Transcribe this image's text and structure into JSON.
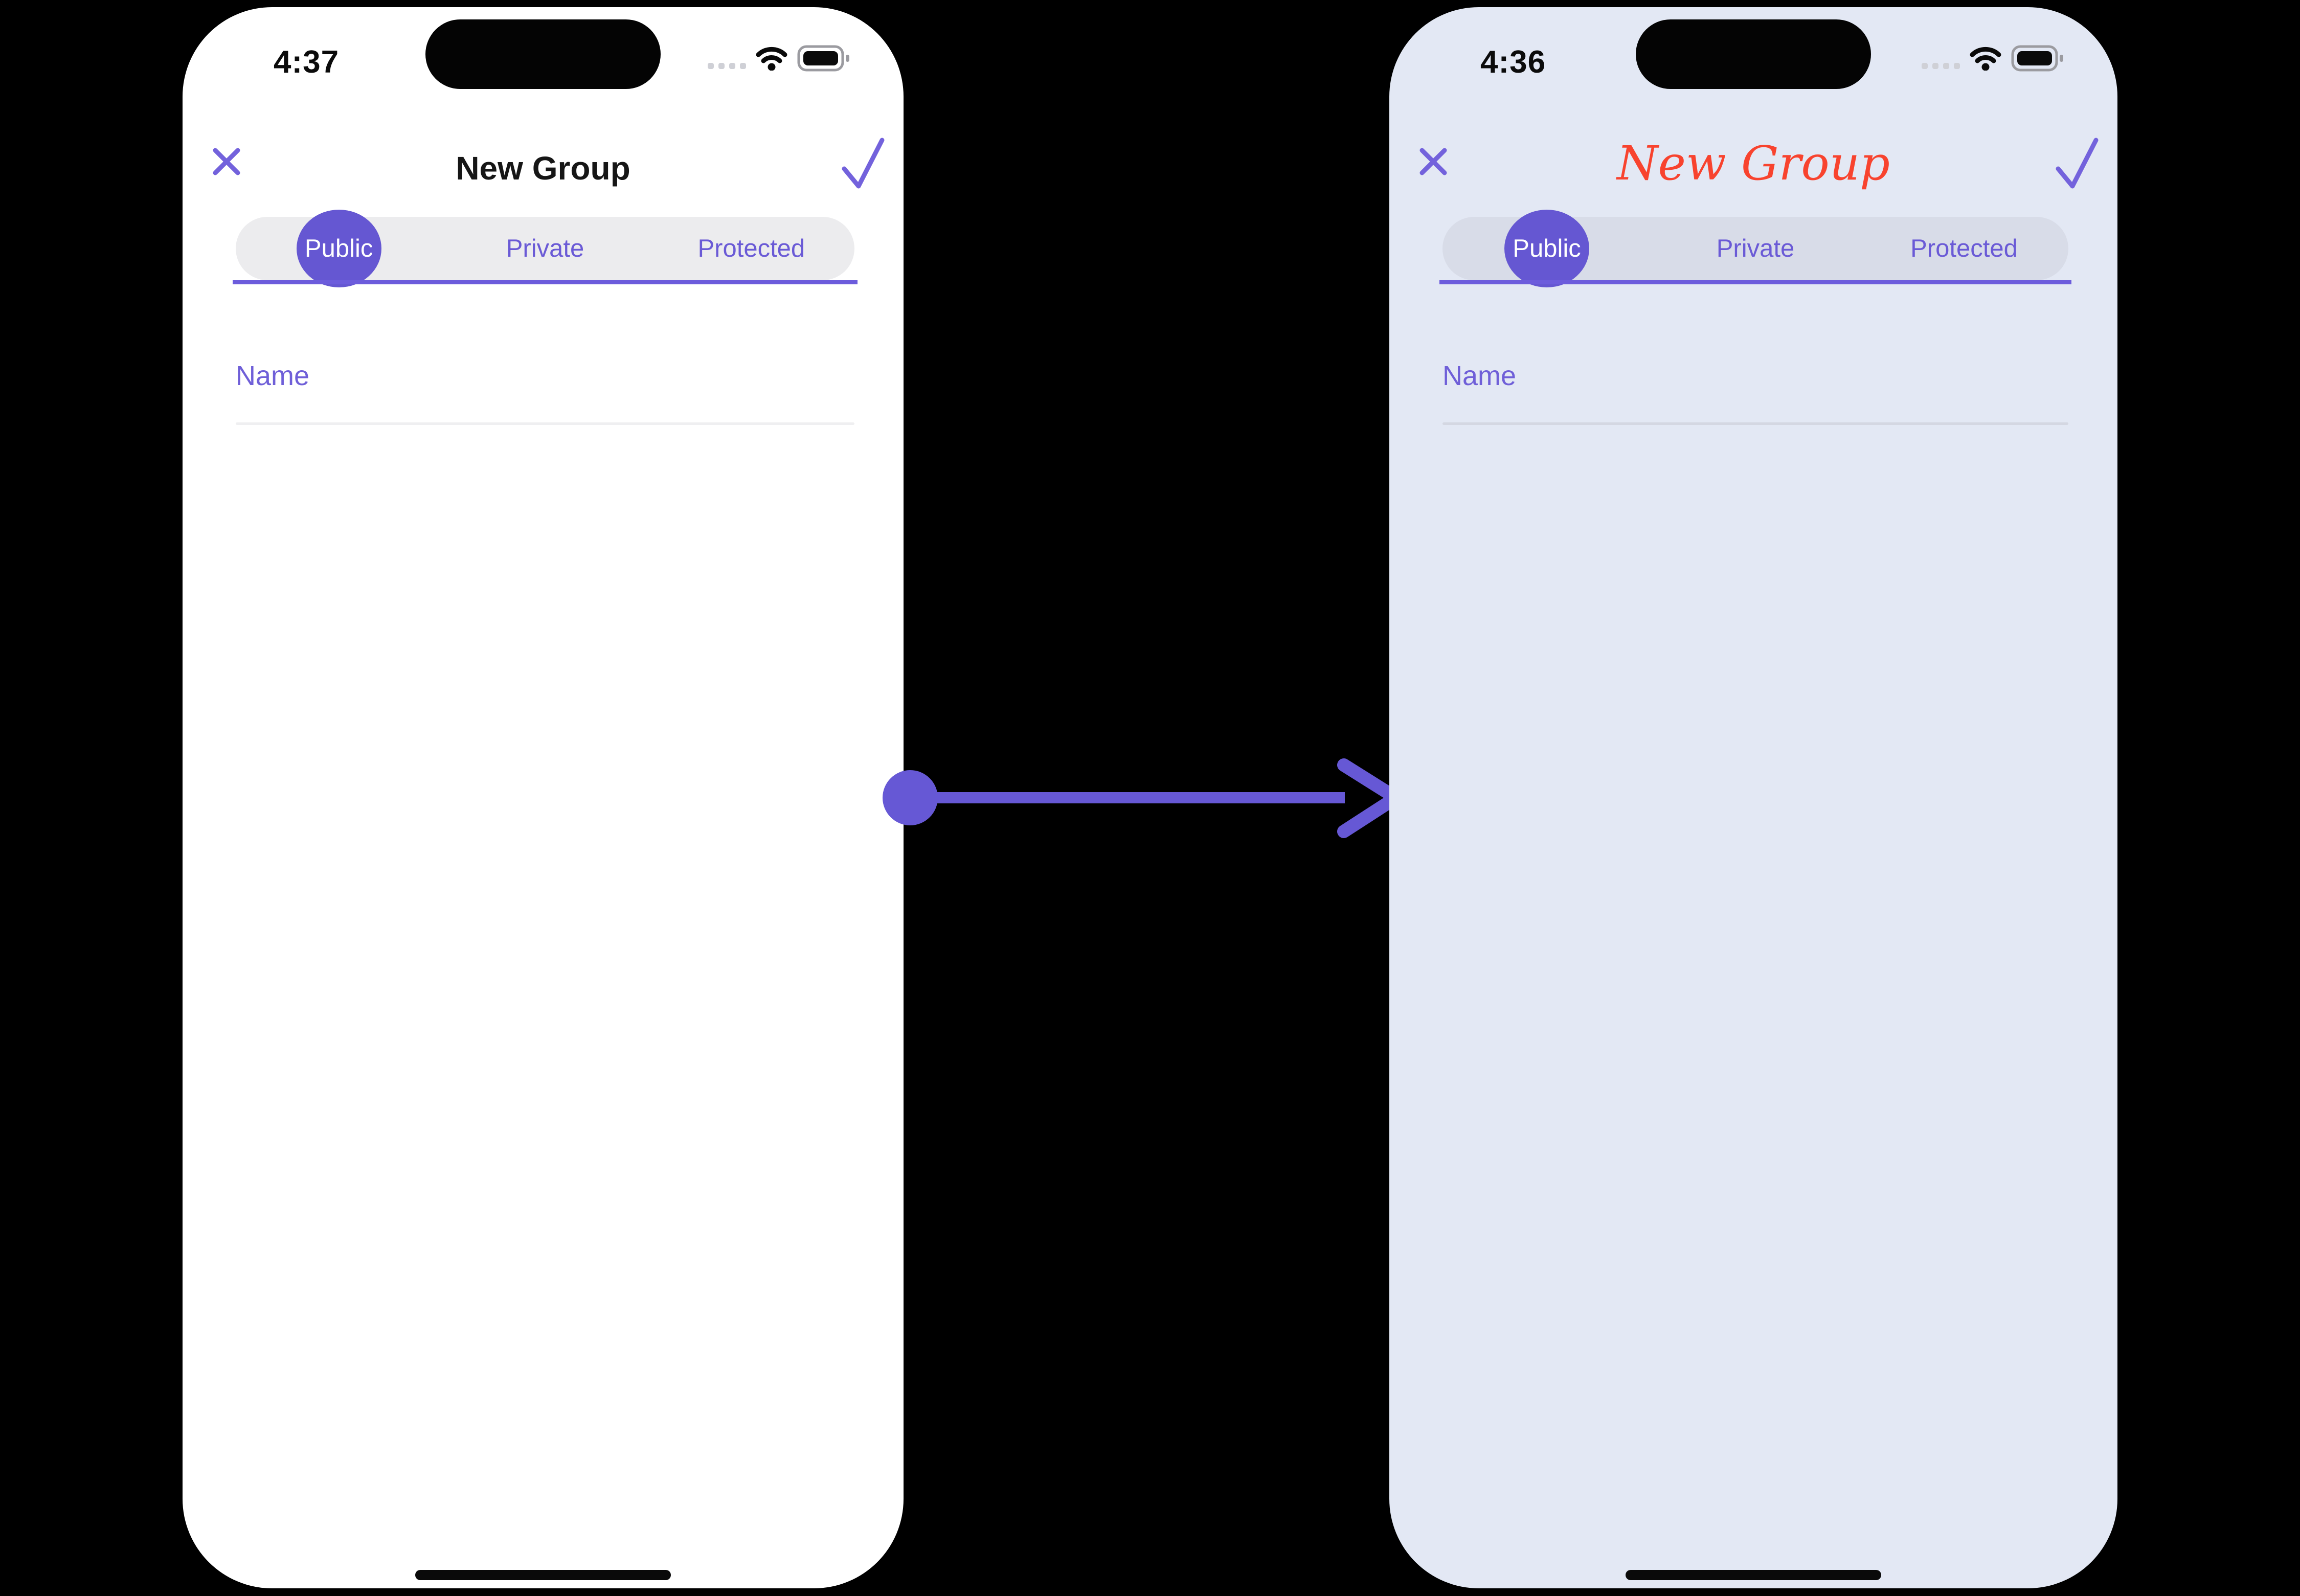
{
  "colors": {
    "canvas_bg": "#000000",
    "accent_purple": "#6A5AD6",
    "selected_circle_purple": "#6557D2",
    "segment_underline_purple": "#6C5CDC",
    "arrow_purple": "#6658D5",
    "left_phone_bg": "#FFFFFF",
    "right_phone_bg": "#E3E8F4",
    "left_title_color": "#161616",
    "right_title_color": "#F8432E",
    "left_segment_bg": "#ECECEE",
    "right_segment_bg": "#D8DCE8",
    "left_field_underline": "#EFEFF1",
    "right_field_underline": "#D4D7E2",
    "status_dot_gray": "#CFD0D6",
    "battery_frame_gray": "#9B9BA0",
    "selected_tab_text": "#FFFFFF"
  },
  "phones": [
    {
      "side": "left",
      "status": {
        "time": "4:37",
        "cellular_icon": "cellular-dots-icon",
        "wifi_icon": "wifi-icon",
        "battery_icon": "battery-full-icon"
      },
      "header": {
        "close_icon": "close-icon",
        "title": "New Group",
        "confirm_icon": "check-icon"
      },
      "tabs": [
        {
          "label": "Public",
          "selected": true
        },
        {
          "label": "Private",
          "selected": false
        },
        {
          "label": "Protected",
          "selected": false
        }
      ],
      "form": {
        "name_placeholder": "Name",
        "name_value": ""
      }
    },
    {
      "side": "right",
      "status": {
        "time": "4:36",
        "cellular_icon": "cellular-dots-icon",
        "wifi_icon": "wifi-icon",
        "battery_icon": "battery-full-icon"
      },
      "header": {
        "close_icon": "close-icon",
        "title": "New Group",
        "title_style": "red-script",
        "confirm_icon": "check-icon"
      },
      "tabs": [
        {
          "label": "Public",
          "selected": true
        },
        {
          "label": "Private",
          "selected": false
        },
        {
          "label": "Protected",
          "selected": false
        }
      ],
      "form": {
        "name_placeholder": "Name",
        "name_value": ""
      }
    }
  ],
  "arrow": {
    "icon": "transition-arrow-icon",
    "direction": "left-to-right"
  }
}
